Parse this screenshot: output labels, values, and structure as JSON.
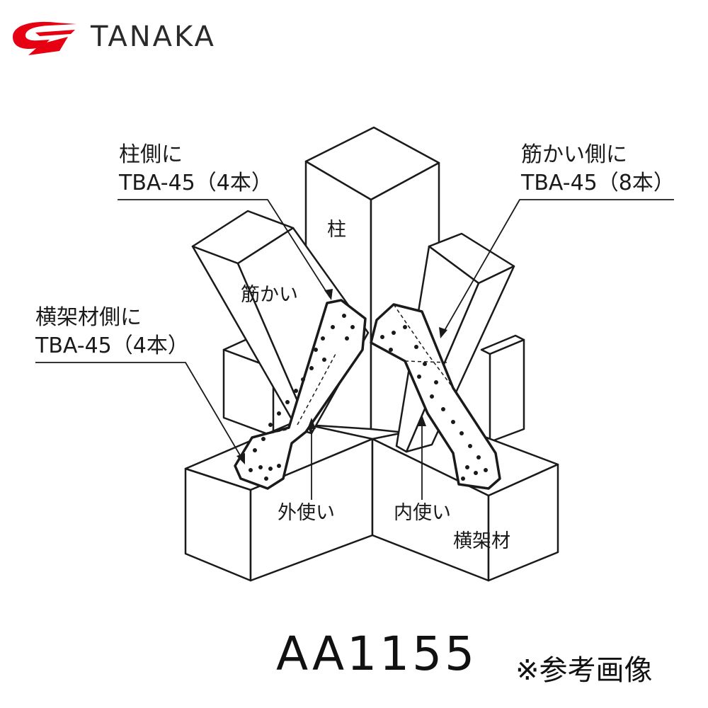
{
  "brand": {
    "name": "TANAKA",
    "logo_icon": "tanaka-swoosh-logo",
    "logo_color": "#e60012"
  },
  "diagram": {
    "labels": {
      "column_side_title": "柱側に",
      "column_side_spec": "TBA-45（4本）",
      "brace_side_title": "筋かい側に",
      "brace_side_spec": "TBA-45（8本）",
      "beam_side_title": "横架材側に",
      "beam_side_spec": "TBA-45（4本）",
      "column": "柱",
      "brace": "筋かい",
      "outer_use": "外使い",
      "inner_use": "内使い",
      "beam": "横架材"
    }
  },
  "footer": {
    "model": "AA1155",
    "reference_note": "※参考画像"
  }
}
